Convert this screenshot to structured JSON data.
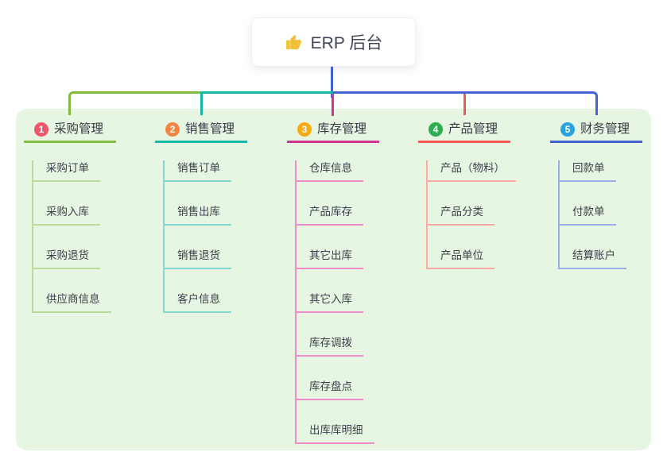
{
  "root": {
    "label": "ERP 后台",
    "icon": "thumbs-up-icon"
  },
  "colors": {
    "canvas_bg": "#ffffff",
    "panel_bg": "#e7f6e2",
    "root_connector": "#4561d2",
    "card_bg": "#ffffff",
    "text": "#3b404c"
  },
  "branches": [
    {
      "number": "1",
      "title": "采购管理",
      "colors": {
        "badge": "#f2566c",
        "line": "#83bc41",
        "child_line": "#b9dc98"
      },
      "children": [
        "采购订单",
        "采购入库",
        "采购退货",
        "供应商信息"
      ]
    },
    {
      "number": "2",
      "title": "销售管理",
      "colors": {
        "badge": "#f78440",
        "line": "#14b8a6",
        "child_line": "#86d8cc"
      },
      "children": [
        "销售订单",
        "销售出库",
        "销售退货",
        "客户信息"
      ]
    },
    {
      "number": "3",
      "title": "库存管理",
      "colors": {
        "badge": "#f9ab11",
        "line": "#d23390",
        "child_line": "#ee8cc5"
      },
      "children": [
        "仓库信息",
        "产品库存",
        "其它出库",
        "其它入库",
        "库存调拨",
        "库存盘点",
        "出库库明细"
      ]
    },
    {
      "number": "4",
      "title": "产品管理",
      "colors": {
        "badge": "#2fad52",
        "line": "#f4584c",
        "child_line": "#f9aba4"
      },
      "children": [
        "产品（物料）",
        "产品分类",
        "产品单位"
      ]
    },
    {
      "number": "5",
      "title": "财务管理",
      "colors": {
        "badge": "#2aa4e0",
        "line": "#4561d2",
        "child_line": "#9baee9"
      },
      "children": [
        "回款单",
        "付款单",
        "结算账户"
      ]
    }
  ]
}
